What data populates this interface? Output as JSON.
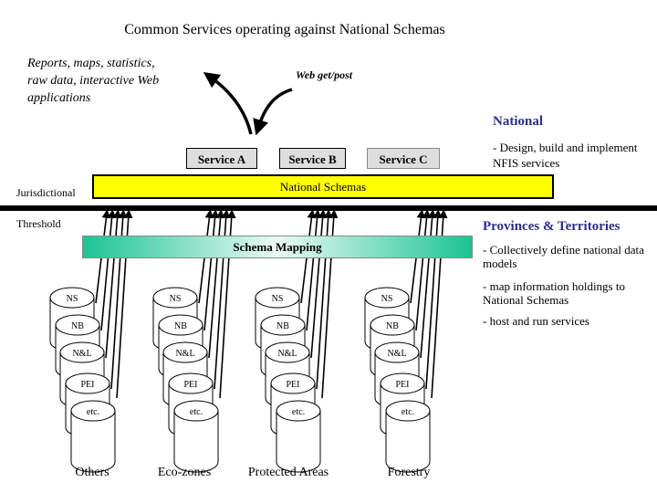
{
  "title": "Common Services operating against National Schemas",
  "outputs_text": [
    "Reports, maps, statistics,",
    "raw data, interactive Web",
    "applications"
  ],
  "web_get_post": "Web get/post",
  "services": [
    {
      "label": "Service A"
    },
    {
      "label": "Service B"
    },
    {
      "label": "Service C"
    }
  ],
  "national_schemas": "National Schemas",
  "jurisdictional_label": "Jurisdictional",
  "threshold_label": "Threshold",
  "schema_mapping": "Schema Mapping",
  "national": {
    "heading": "National",
    "desc": [
      "- Design, build and implement",
      "NFIS services"
    ]
  },
  "provinces": {
    "heading": "Provinces & Territories",
    "items": [
      "- Collectively define national data models",
      "- map information holdings to National Schemas",
      "- host and run services"
    ]
  },
  "cylinder_labels": [
    "NS",
    "NB",
    "N&L",
    "PEI",
    "etc."
  ],
  "groups": [
    {
      "label": "Others"
    },
    {
      "label": "Eco-zones"
    },
    {
      "label": "Protected Areas"
    },
    {
      "label": "Forestry"
    }
  ],
  "colors": {
    "national_schemas_fill": "#ffff00",
    "schema_mapping_edge": "#1cc493",
    "heading_color": "#2e2e8a",
    "service_fill": "#dedede"
  }
}
